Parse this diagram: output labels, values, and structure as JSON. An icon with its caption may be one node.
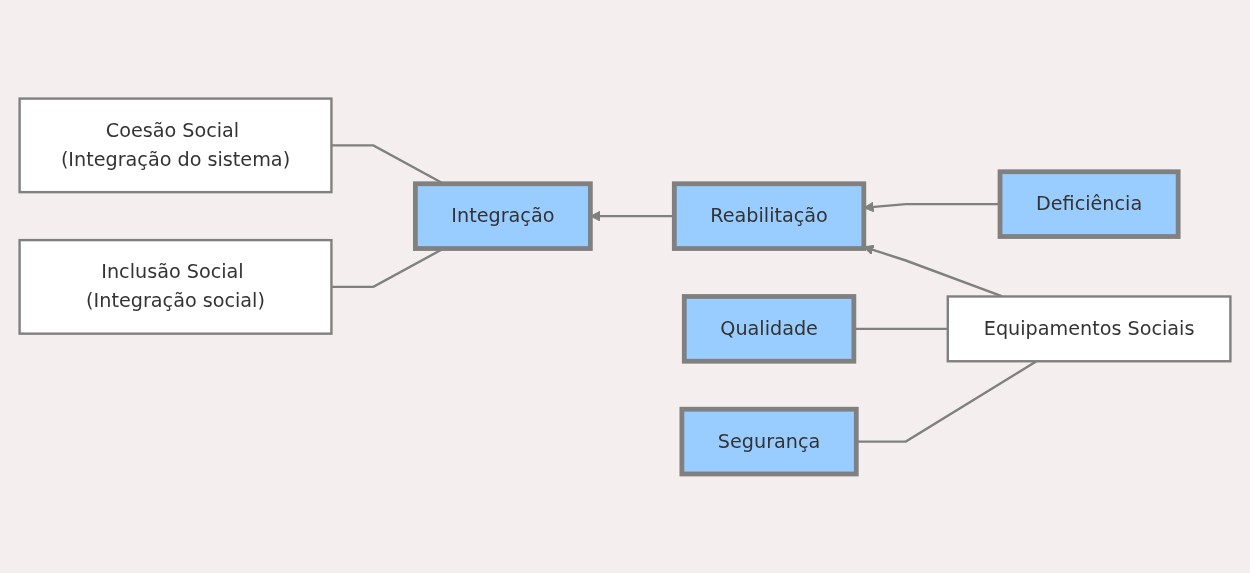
{
  "diagram": {
    "nodes": [
      {
        "text": [
          "Integração"
        ]
      },
      {
        "text": [
          "Coesão Social (Integração do sistema)"
        ]
      },
      {
        "text": [
          "Inclusão Social (Integração social)"
        ]
      },
      {
        "text": [
          "Reabilitação"
        ]
      },
      {
        "text": [
          "Equipamentos Sociais"
        ]
      },
      {
        "text": [
          "Qualidade"
        ]
      },
      {
        "text": [
          "Segurança"
        ]
      },
      {
        "text": [
          "Deficiência"
        ]
      }
    ],
    "edges": [
      {
        "from": 0,
        "to": 1,
        "arrow": "none"
      },
      {
        "from": 0,
        "to": 2,
        "arrow": "none"
      },
      {
        "from": 3,
        "to": 0,
        "arrow": "to"
      },
      {
        "from": 4,
        "to": 3,
        "arrow": "to"
      },
      {
        "from": 7,
        "to": 3,
        "arrow": "to"
      },
      {
        "from": 4,
        "to": 5,
        "arrow": "none"
      },
      {
        "from": 4,
        "to": 6,
        "arrow": "none"
      }
    ]
  }
}
